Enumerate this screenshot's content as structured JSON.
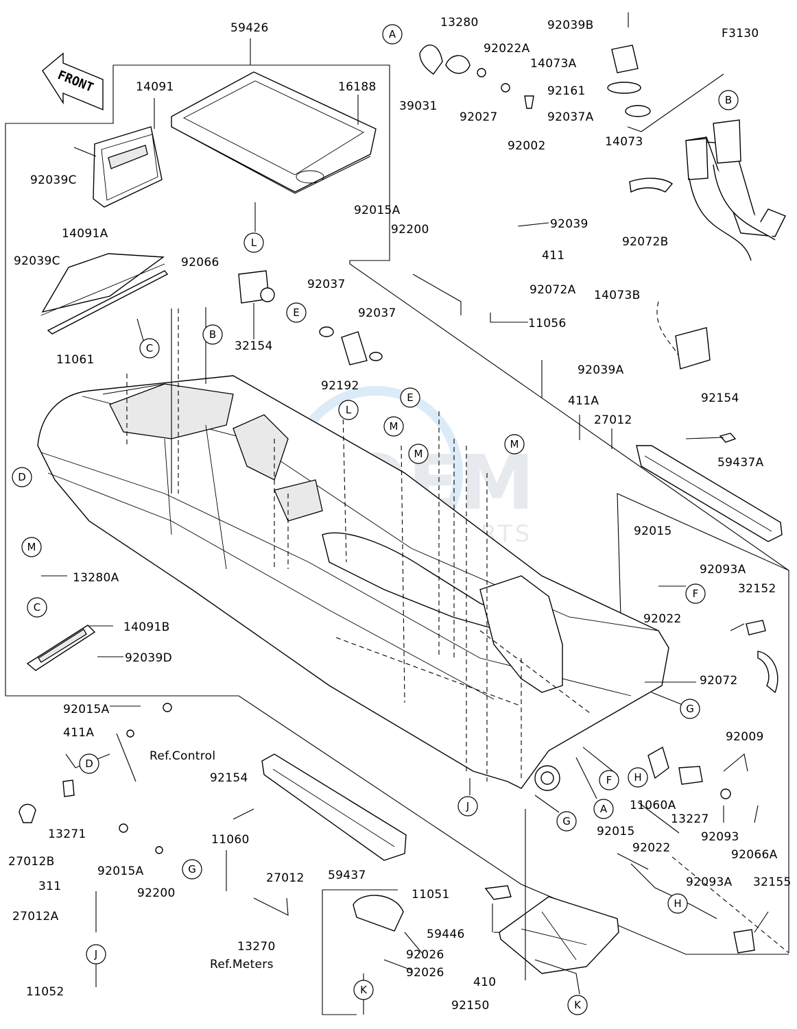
{
  "diagram_code": "F3130",
  "front_label": "FRONT",
  "watermark": {
    "brand": "OEM",
    "sub": "MOTORPARTS"
  },
  "part_labels": [
    {
      "id": "59426",
      "text": "59426"
    },
    {
      "id": "14091",
      "text": "14091"
    },
    {
      "id": "16188",
      "text": "16188"
    },
    {
      "id": "92039C_a",
      "text": "92039C"
    },
    {
      "id": "14091A",
      "text": "14091A"
    },
    {
      "id": "92039C_b",
      "text": "92039C"
    },
    {
      "id": "92066",
      "text": "92066"
    },
    {
      "id": "11061",
      "text": "11061"
    },
    {
      "id": "32154",
      "text": "32154"
    },
    {
      "id": "92037_a",
      "text": "92037"
    },
    {
      "id": "92037_b",
      "text": "92037"
    },
    {
      "id": "92192",
      "text": "92192"
    },
    {
      "id": "13280",
      "text": "13280"
    },
    {
      "id": "92022A",
      "text": "92022A"
    },
    {
      "id": "39031",
      "text": "39031"
    },
    {
      "id": "92027",
      "text": "92027"
    },
    {
      "id": "92002",
      "text": "92002"
    },
    {
      "id": "92015A_a",
      "text": "92015A"
    },
    {
      "id": "92200_a",
      "text": "92200"
    },
    {
      "id": "92039",
      "text": "92039"
    },
    {
      "id": "411",
      "text": "411"
    },
    {
      "id": "92072A",
      "text": "92072A"
    },
    {
      "id": "11056",
      "text": "11056"
    },
    {
      "id": "92039B",
      "text": "92039B"
    },
    {
      "id": "14073A",
      "text": "14073A"
    },
    {
      "id": "92161",
      "text": "92161"
    },
    {
      "id": "92037A",
      "text": "92037A"
    },
    {
      "id": "14073",
      "text": "14073"
    },
    {
      "id": "92072B",
      "text": "92072B"
    },
    {
      "id": "14073B",
      "text": "14073B"
    },
    {
      "id": "92039A",
      "text": "92039A"
    },
    {
      "id": "411A_a",
      "text": "411A"
    },
    {
      "id": "27012_a",
      "text": "27012"
    },
    {
      "id": "92154_a",
      "text": "92154"
    },
    {
      "id": "59437A",
      "text": "59437A"
    },
    {
      "id": "92015_a",
      "text": "92015"
    },
    {
      "id": "92093A_a",
      "text": "92093A"
    },
    {
      "id": "32152",
      "text": "32152"
    },
    {
      "id": "92022_a",
      "text": "92022"
    },
    {
      "id": "92072",
      "text": "92072"
    },
    {
      "id": "13280A",
      "text": "13280A"
    },
    {
      "id": "14091B",
      "text": "14091B"
    },
    {
      "id": "92039D",
      "text": "92039D"
    },
    {
      "id": "92015A_b",
      "text": "92015A"
    },
    {
      "id": "411A_b",
      "text": "411A"
    },
    {
      "id": "RefControl",
      "text": "Ref.Control"
    },
    {
      "id": "13271",
      "text": "13271"
    },
    {
      "id": "27012B",
      "text": "27012B"
    },
    {
      "id": "92154_b",
      "text": "92154"
    },
    {
      "id": "11060",
      "text": "11060"
    },
    {
      "id": "27012_b",
      "text": "27012"
    },
    {
      "id": "92015A_c",
      "text": "92015A"
    },
    {
      "id": "92200_b",
      "text": "92200"
    },
    {
      "id": "311",
      "text": "311"
    },
    {
      "id": "27012A",
      "text": "27012A"
    },
    {
      "id": "13270",
      "text": "13270"
    },
    {
      "id": "RefMeters",
      "text": "Ref.Meters"
    },
    {
      "id": "11052",
      "text": "11052"
    },
    {
      "id": "59437",
      "text": "59437"
    },
    {
      "id": "11051",
      "text": "11051"
    },
    {
      "id": "92026_a",
      "text": "92026"
    },
    {
      "id": "92026_b",
      "text": "92026"
    },
    {
      "id": "59446",
      "text": "59446"
    },
    {
      "id": "410",
      "text": "410"
    },
    {
      "id": "92150",
      "text": "92150"
    },
    {
      "id": "92009",
      "text": "92009"
    },
    {
      "id": "11060A",
      "text": "11060A"
    },
    {
      "id": "13227",
      "text": "13227"
    },
    {
      "id": "92093",
      "text": "92093"
    },
    {
      "id": "92066A",
      "text": "92066A"
    },
    {
      "id": "92015_b",
      "text": "92015"
    },
    {
      "id": "92022_b",
      "text": "92022"
    },
    {
      "id": "92093A_b",
      "text": "92093A"
    },
    {
      "id": "32155",
      "text": "32155"
    }
  ],
  "callouts": [
    {
      "id": "A1",
      "text": "A"
    },
    {
      "id": "A2",
      "text": "A"
    },
    {
      "id": "B1",
      "text": "B"
    },
    {
      "id": "B2",
      "text": "B"
    },
    {
      "id": "C1",
      "text": "C"
    },
    {
      "id": "C2",
      "text": "C"
    },
    {
      "id": "D1",
      "text": "D"
    },
    {
      "id": "D2",
      "text": "D"
    },
    {
      "id": "E1",
      "text": "E"
    },
    {
      "id": "E2",
      "text": "E"
    },
    {
      "id": "F1",
      "text": "F"
    },
    {
      "id": "F2",
      "text": "F"
    },
    {
      "id": "G1",
      "text": "G"
    },
    {
      "id": "G2",
      "text": "G"
    },
    {
      "id": "G3",
      "text": "G"
    },
    {
      "id": "H1",
      "text": "H"
    },
    {
      "id": "H2",
      "text": "H"
    },
    {
      "id": "J1",
      "text": "J"
    },
    {
      "id": "J2",
      "text": "J"
    },
    {
      "id": "K1",
      "text": "K"
    },
    {
      "id": "K2",
      "text": "K"
    },
    {
      "id": "L1",
      "text": "L"
    },
    {
      "id": "L2",
      "text": "L"
    },
    {
      "id": "M1",
      "text": "M"
    },
    {
      "id": "M2",
      "text": "M"
    },
    {
      "id": "M3",
      "text": "M"
    },
    {
      "id": "M4",
      "text": "M"
    }
  ]
}
